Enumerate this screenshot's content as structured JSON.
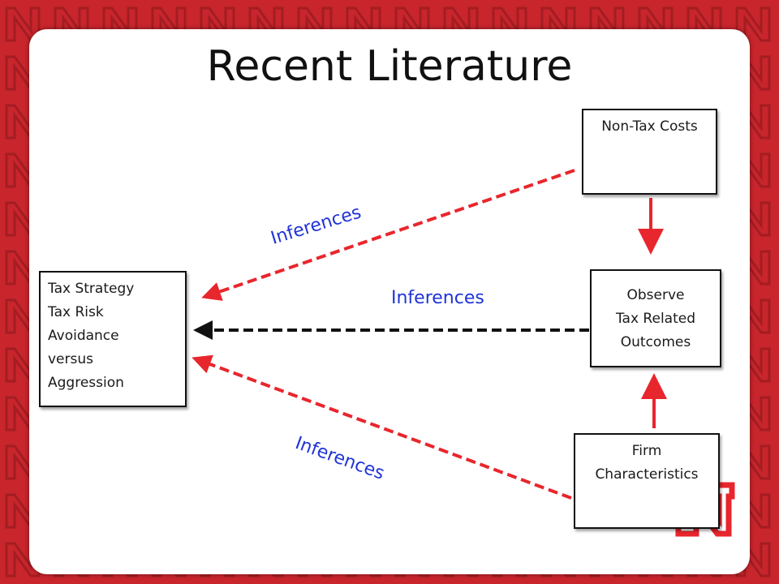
{
  "title": "Recent Literature",
  "colors": {
    "background": "#c8252c",
    "pattern": "#a31d22",
    "arrow_red": "#e8262d",
    "arrow_black": "#111111",
    "label_blue": "#1f33d6"
  },
  "nodes": {
    "tax_strategy": {
      "lines": [
        "Tax Strategy",
        "Tax Risk",
        "Avoidance",
        "versus",
        "Aggression"
      ]
    },
    "non_tax_costs": {
      "lines": [
        "Non-Tax Costs"
      ]
    },
    "observe": {
      "lines": [
        "Observe",
        "Tax Related",
        "Outcomes"
      ]
    },
    "firm_characteristics": {
      "lines": [
        "Firm",
        "Characteristics"
      ]
    }
  },
  "edge_labels": {
    "top": "Inferences",
    "middle": "Inferences",
    "bottom": "Inferences"
  },
  "icons": {
    "logo": "n-logo-icon"
  }
}
